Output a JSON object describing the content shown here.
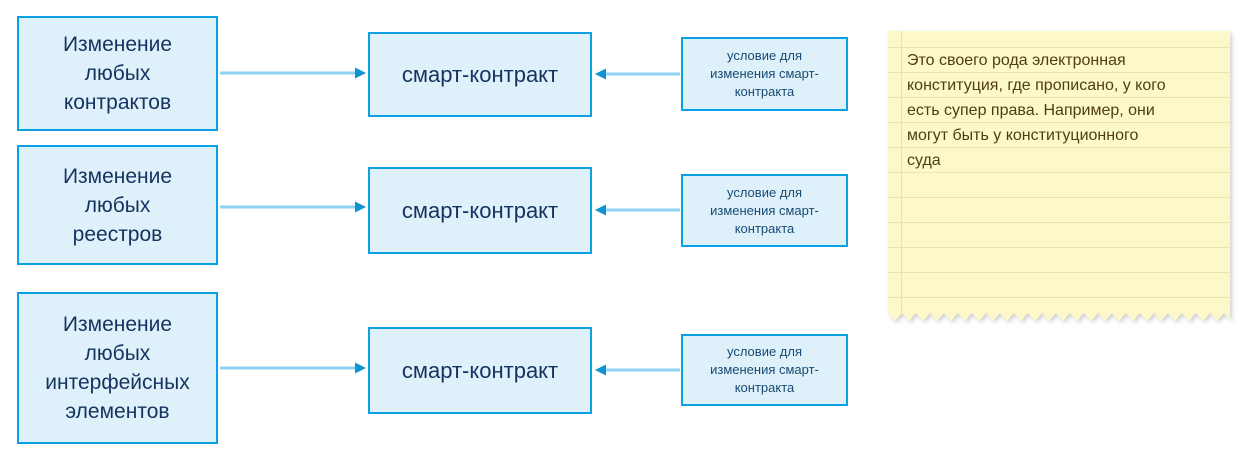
{
  "diagram": {
    "rows": [
      {
        "source": "Изменение\nлюбых\nконтрактов",
        "target": "смарт-контракт",
        "condition": "условие для\nизменения смарт-\nконтракта"
      },
      {
        "source": "Изменение\nлюбых\nреестров",
        "target": "смарт-контракт",
        "condition": "условие для\nизменения смарт-\nконтракта"
      },
      {
        "source": "Изменение\nлюбых\nинтерфейсных\nэлементов",
        "target": "смарт-контракт",
        "condition": "условие для\nизменения смарт-\nконтракта"
      }
    ]
  },
  "note": {
    "text": "Это своего рода электронная\nконституция, где прописано, у кого\nесть супер права. Например, они\nмогут быть у конституционного\nсуда"
  },
  "colors": {
    "box_fill": "#def1fa",
    "box_border": "#0aa0e2",
    "box_text": "#14335f",
    "arrow_shaft": "#8ed2f3",
    "arrow_head": "#0f93d2",
    "note_background": "#fcf8ca",
    "note_rule_line": "#ebe4ae",
    "note_margin_line": "#f0e3a0",
    "note_text": "#4f3d14"
  }
}
